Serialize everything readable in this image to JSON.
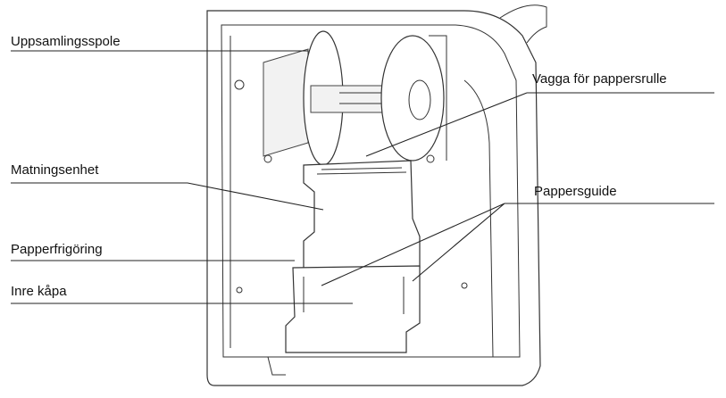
{
  "labels": {
    "take_up_spool": "Uppsamlingsspole",
    "paper_roll_cradle": "Vagga för pappersrulle",
    "feed_unit": "Matningsenhet",
    "paper_guide": "Pappersguide",
    "paper_release": "Papperfrigöring",
    "inner_cover": "Inre kåpa"
  },
  "colors": {
    "line": "#222222",
    "background": "#ffffff"
  }
}
